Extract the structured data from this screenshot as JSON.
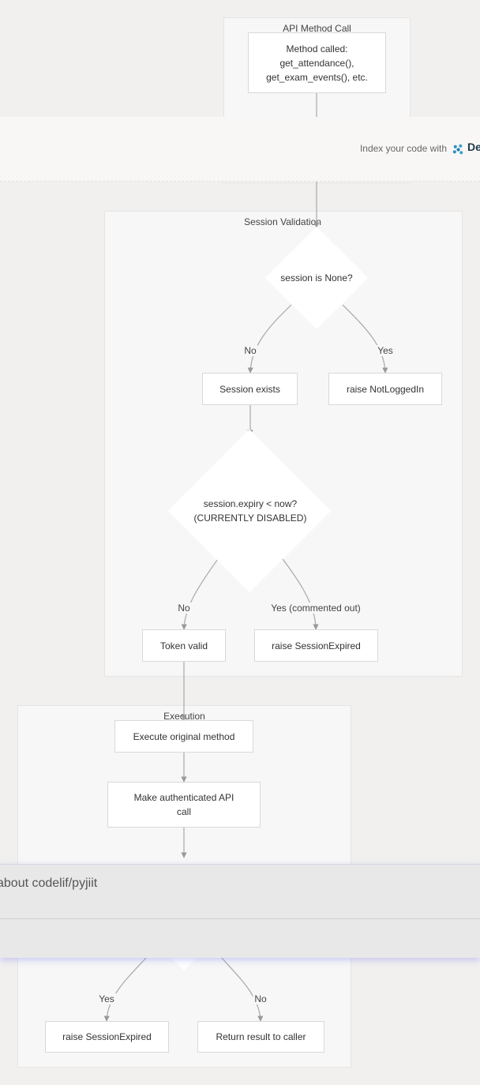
{
  "groups": {
    "api": "API Method Call",
    "session": "Session Validation",
    "execution": "Execution"
  },
  "nodes": {
    "method_called": [
      "Method called:",
      "get_attendance(),",
      "get_exam_events(), etc."
    ],
    "session_none": "session is None?",
    "session_exists": "Session exists",
    "raise_not_logged_in": "raise NotLoggedIn",
    "expiry_check": [
      "session.expiry < now?",
      "(CURRENTLY DISABLED)"
    ],
    "token_valid": "Token valid",
    "raise_session_expired_1": "raise SessionExpired",
    "execute_original": "Execute original method",
    "make_api_call": [
      "Make authenticated API",
      "call"
    ],
    "raise_session_expired_2": "raise SessionExpired",
    "return_result": "Return result to caller"
  },
  "edge_labels": {
    "no_1": "No",
    "yes_1": "Yes",
    "no_2": "No",
    "yes_commented": "Yes (commented out)",
    "yes_2": "Yes",
    "no_3": "No"
  },
  "banner": {
    "text": "Index your code with",
    "brand": "De"
  },
  "ask": {
    "text": "about codelif/pyjiit"
  }
}
